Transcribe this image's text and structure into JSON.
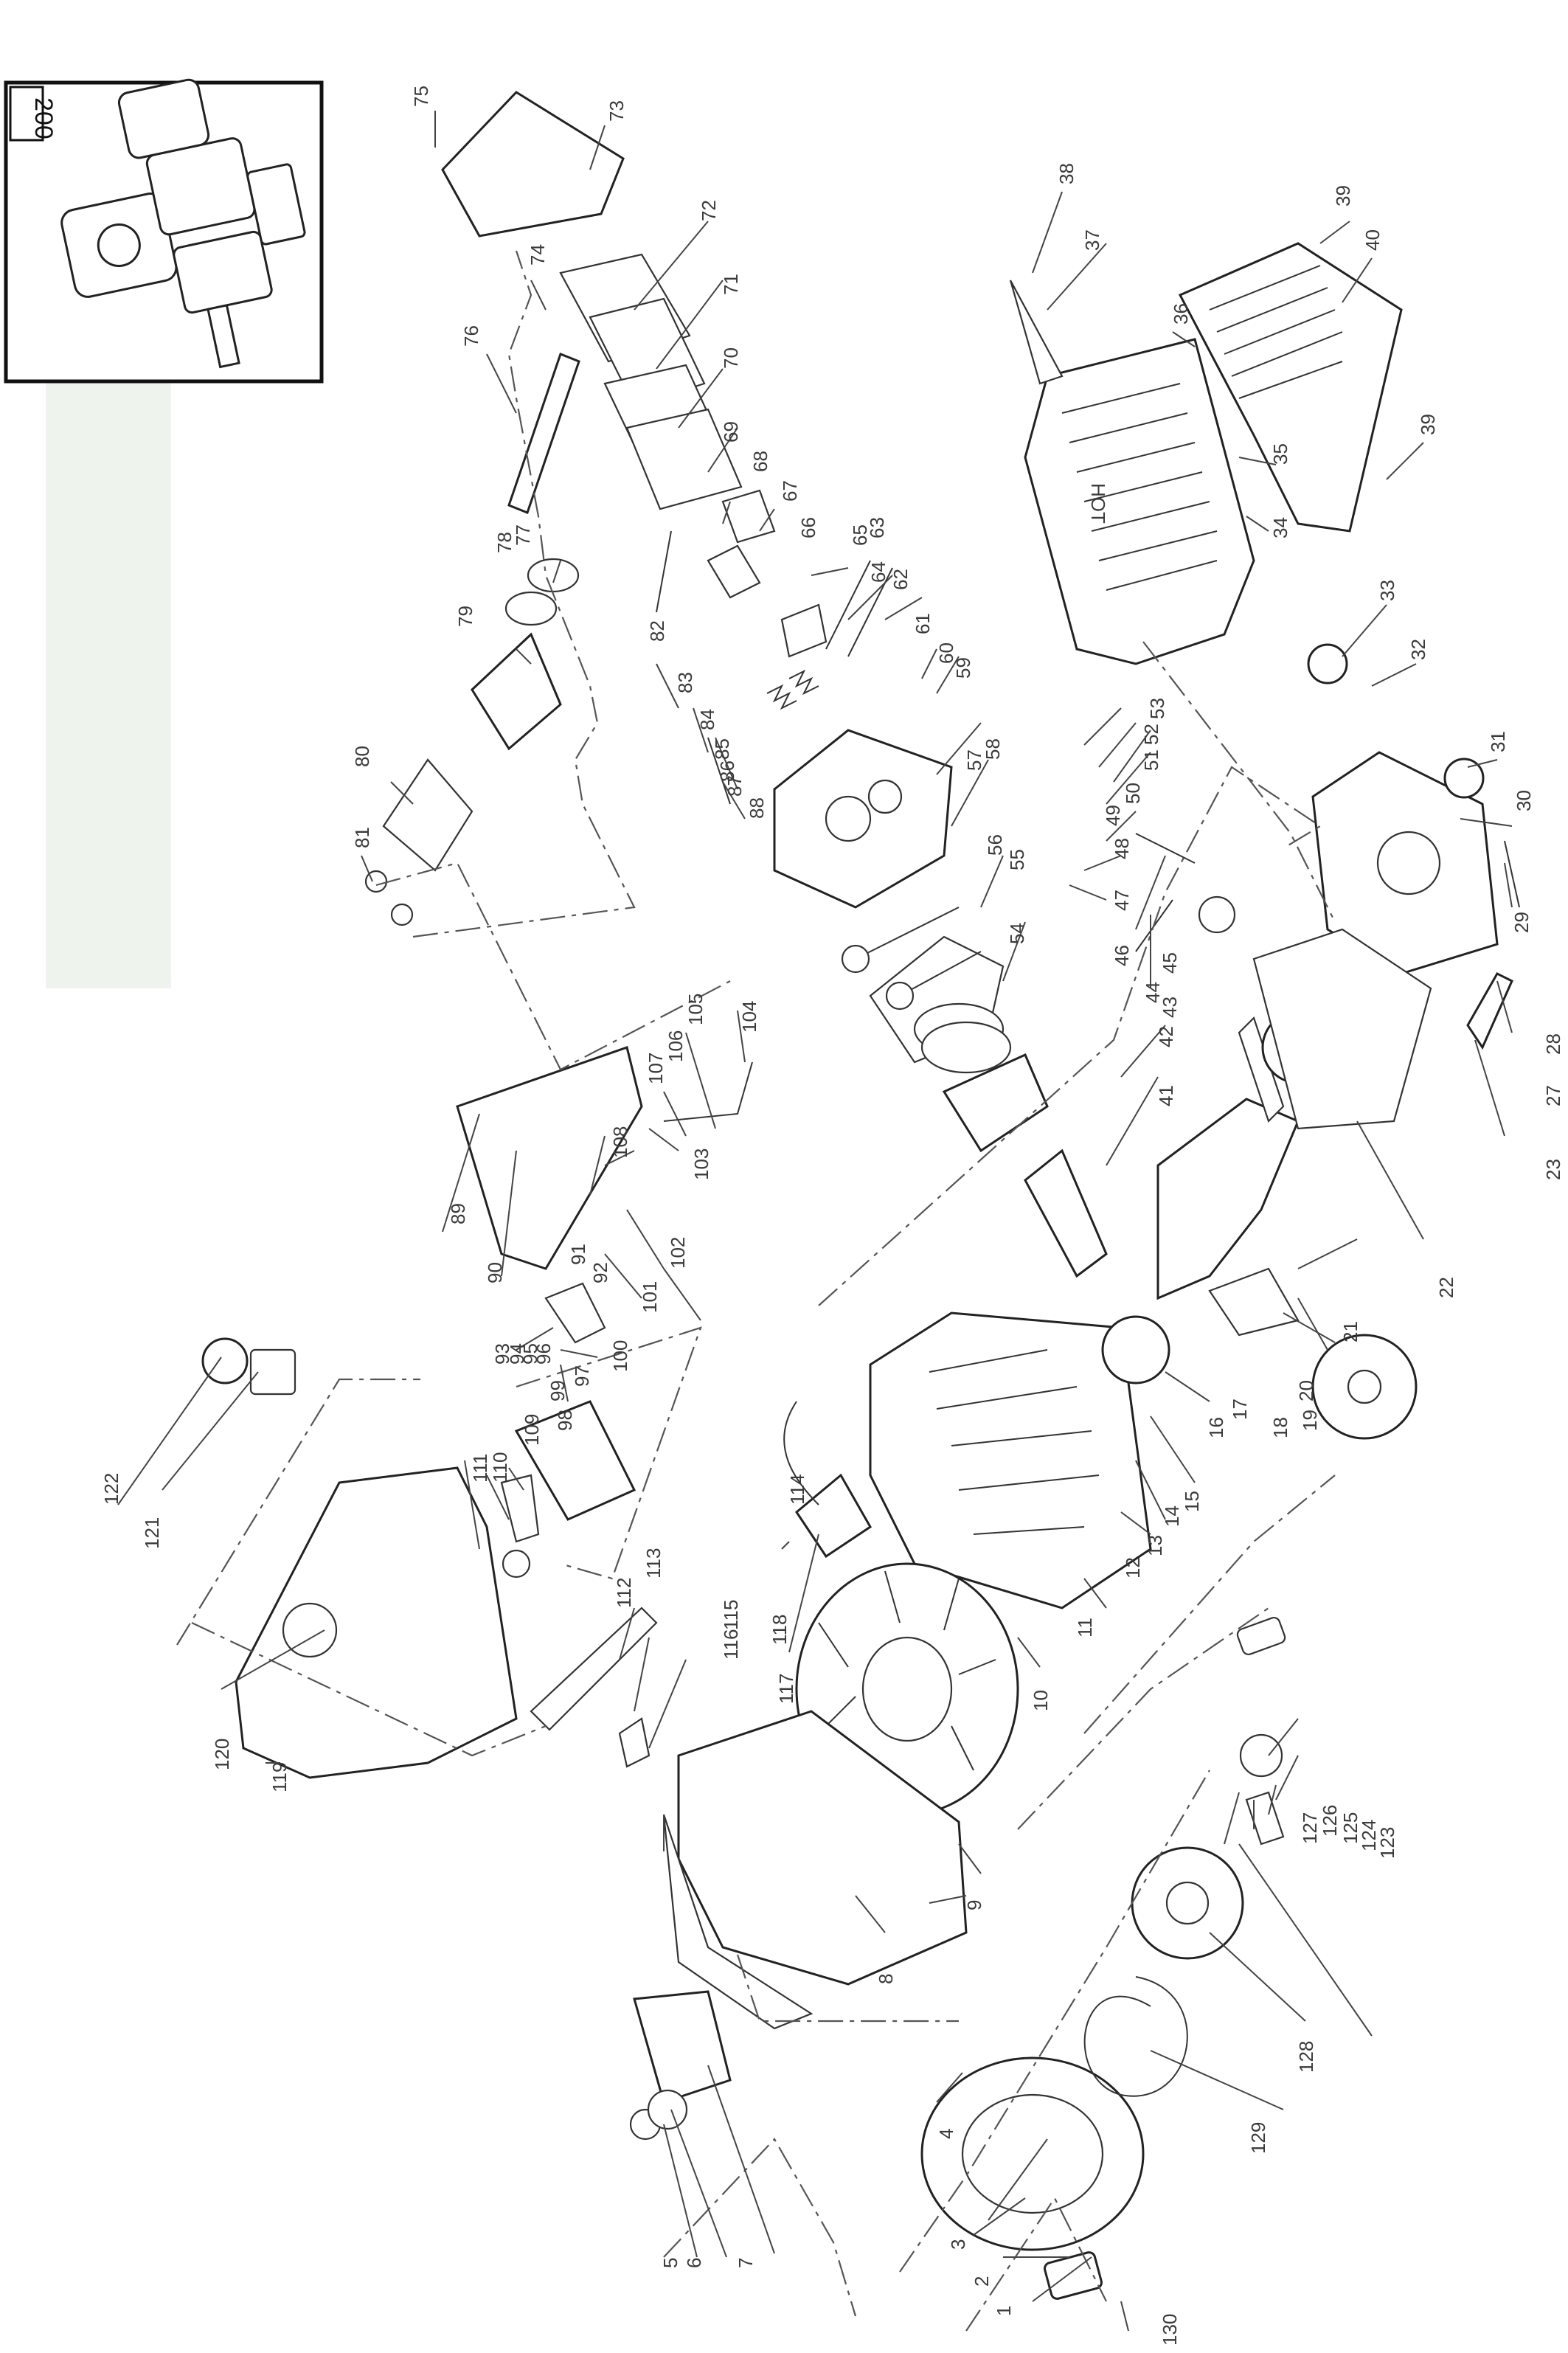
{
  "diagram": {
    "thumbnail_label": "200",
    "brand_mark": "HOT",
    "callouts": [
      "1",
      "2",
      "3",
      "4",
      "5",
      "6",
      "7",
      "8",
      "9",
      "10",
      "11",
      "12",
      "13",
      "14",
      "15",
      "16",
      "17",
      "18",
      "19",
      "20",
      "21",
      "22",
      "23",
      "27",
      "28",
      "29",
      "30",
      "31",
      "32",
      "33",
      "34",
      "35",
      "36",
      "37",
      "38",
      "39",
      "39",
      "40",
      "41",
      "42",
      "43",
      "44",
      "45",
      "46",
      "47",
      "48",
      "49",
      "50",
      "51",
      "52",
      "53",
      "54",
      "55",
      "56",
      "57",
      "58",
      "59",
      "60",
      "61",
      "62",
      "63",
      "64",
      "65",
      "66",
      "67",
      "68",
      "69",
      "70",
      "71",
      "72",
      "73",
      "74",
      "75",
      "76",
      "77",
      "78",
      "79",
      "80",
      "81",
      "82",
      "83",
      "84",
      "85",
      "86",
      "87",
      "88",
      "89",
      "90",
      "91",
      "92",
      "93",
      "94",
      "95",
      "96",
      "97",
      "98",
      "99",
      "100",
      "101",
      "102",
      "103",
      "104",
      "105",
      "106",
      "107",
      "108",
      "109",
      "110",
      "111",
      "112",
      "113",
      "114",
      "115",
      "116",
      "117",
      "118",
      "119",
      "120",
      "121",
      "122",
      "123",
      "124",
      "125",
      "126",
      "127",
      "128",
      "129",
      "130"
    ]
  },
  "colors": {
    "line": "#222222",
    "callout_text": "#3a3a3a",
    "strip": "#eef3ed"
  }
}
